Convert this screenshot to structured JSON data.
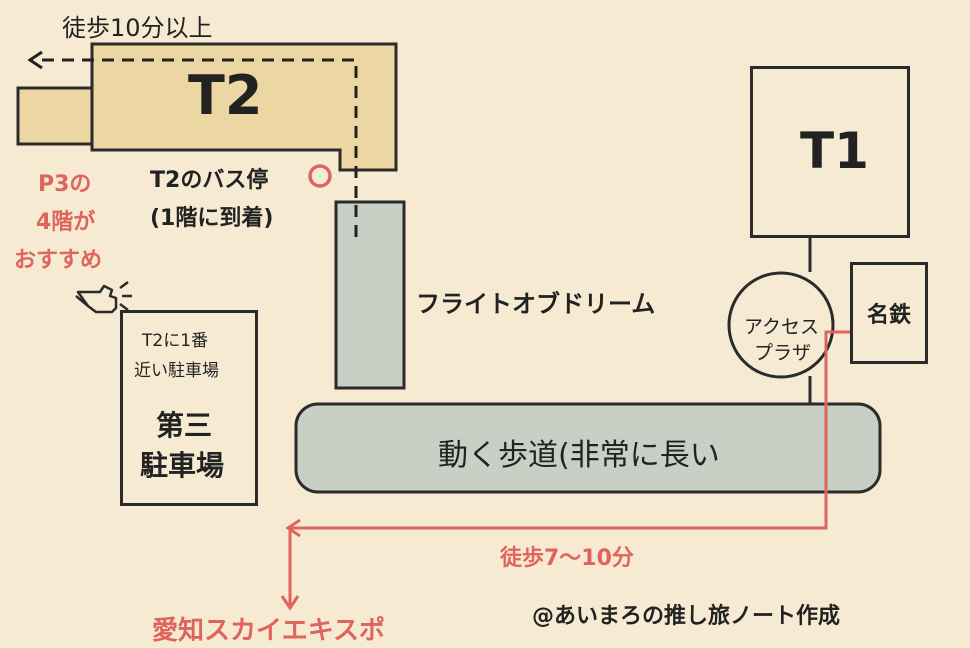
{
  "labels": {
    "walk_over_10": "徒歩10分以上",
    "t2": "T2",
    "t2_bus_stop": "T2のバス停",
    "arrive_first_floor": "(1階に到着)",
    "p3_line1": "P3の",
    "p3_line2": "4階が",
    "p3_line3": "おすすめ",
    "parking_note_line1": "T2に1番",
    "parking_note_line2": "近い駐車場",
    "parking_name_line1": "第三",
    "parking_name_line2": "駐車場",
    "flight_of_dream": "フライトオブドリーム",
    "t1": "T1",
    "access_plaza_line1": "アクセス",
    "access_plaza_line2": "プラザ",
    "meitetsu": "名鉄",
    "moving_walkway": "動く歩道(非常に長い",
    "walk_7_10": "徒歩7〜10分",
    "expo": "愛知スカイエキスポ",
    "credit": "@あいまろの推し旅ノート作成"
  },
  "colors": {
    "background": "#f6ebd2",
    "t2_fill": "#ecd7a2",
    "walkway_fill": "#c8d0c6",
    "route_red": "#e0645e",
    "text_dark": "#222222"
  },
  "icons": {
    "bus_stop_marker": "bus-stop-circle-icon",
    "pointing_hand": "pointing-hand-icon"
  }
}
